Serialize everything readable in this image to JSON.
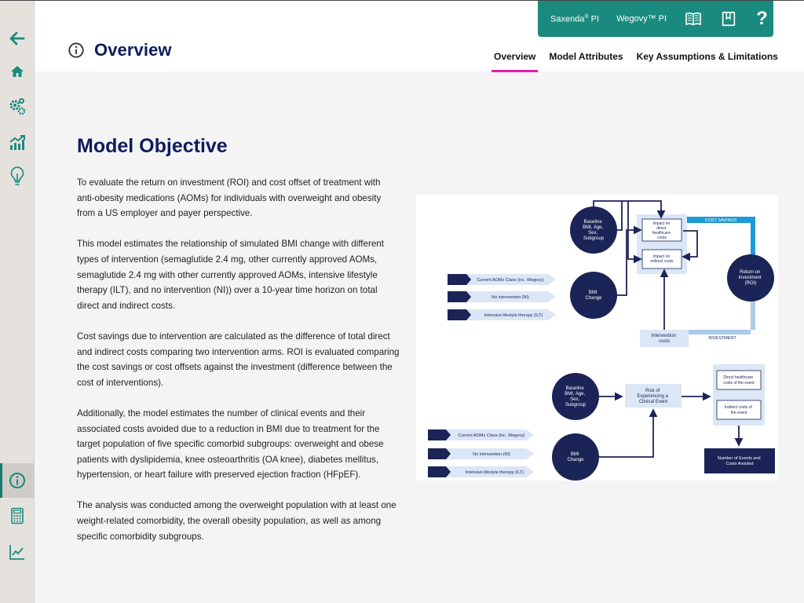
{
  "sidebar": {
    "top_icons": [
      "back-arrow-icon",
      "home-icon",
      "gears-icon",
      "growth-chart-icon",
      "lightbulb-icon"
    ],
    "bottom_icons": [
      "info-icon",
      "calculator-icon",
      "line-chart-icon"
    ],
    "active_item": "info-icon"
  },
  "header": {
    "title": "Overview",
    "links": {
      "saxenda": "Saxenda",
      "saxenda_mark": "®",
      "saxenda_suffix": " PI",
      "wegovy": "Wegovy™ PI"
    },
    "tabs": [
      "Overview",
      "Model Attributes",
      "Key Assumptions & Limitations"
    ],
    "active_tab": "Overview"
  },
  "main": {
    "section_title": "Model Objective",
    "paragraphs": [
      "To evaluate the return on investment (ROI) and cost offset of treatment with anti-obesity medications (AOMs) for individuals with overweight and obesity from a US employer and payer perspective.",
      "This model estimates the relationship of simulated BMI change with different types of intervention (semaglutide 2.4 mg, other currently approved AOMs, semaglutide 2.4 mg with other currently approved AOMs, intensive lifestyle therapy (ILT), and no intervention (NI)) over a 10-year time horizon on total direct and indirect costs.",
      "Cost savings due to intervention are calculated as the difference of total direct and indirect costs comparing two intervention arms. ROI is evaluated comparing the cost savings or cost offsets against the investment (difference between the cost of interventions).",
      "Additionally, the model estimates the number of clinical events and their associated costs avoided due to a reduction in BMI due to treatment for the target population of five specific comorbid subgroups: overweight and obese patients with dyslipidemia, knee osteoarthritis (OA knee), diabetes mellitus, hypertension, or heart failure with preserved ejection fraction (HFpEF).",
      "The analysis was conducted among the overweight population with at least one weight-related comorbidity, the overall obesity population, as well as among specific comorbidity subgroups."
    ],
    "diagram": {
      "roi_flow": {
        "baseline": [
          "Baseline",
          "BMI, Age,",
          "Sex,",
          "Subgroup"
        ],
        "bmi_change": [
          "BMI",
          "Change"
        ],
        "interventions": [
          "Current AOMs Class (inc. Wegovy)",
          "No intervention (NI)",
          "Intensive lifestyle therapy (ILT)"
        ],
        "direct_costs": [
          "Impact on",
          "direct",
          "healthcare",
          "costs"
        ],
        "indirect_costs": [
          "Impact on",
          "indirect costs"
        ],
        "cost_savings": "COST SAVINGS",
        "investment": "INVESTMENT",
        "intervention_costs": [
          "Intervention",
          "costs"
        ],
        "roi": [
          "Return on",
          "investment",
          "(ROI)"
        ]
      },
      "events_flow": {
        "baseline": [
          "Baseline",
          "BMI, Age,",
          "Sex,",
          "Subgroup"
        ],
        "risk": [
          "Risk of",
          "Experiencing a",
          "Clinical Event"
        ],
        "direct_event": [
          "Direct healthcare",
          "costs of the event"
        ],
        "indirect_event": [
          "Indirect costs of",
          "the event"
        ],
        "bmi_change": [
          "BMI",
          "Change"
        ],
        "interventions": [
          "Current AOMs Class (inc. Wegovy)",
          "No intervention (NI)",
          "Intensive lifestyle therapy (ILT)"
        ],
        "result": [
          "Number of Events and",
          "Costs Avoided"
        ]
      }
    }
  },
  "colors": {
    "navy": "#1b2456",
    "teal": "#1b8a7e",
    "title": "#0f1c5c",
    "accent_tab": "#e81aa8",
    "light_blue": "#dbe6f6",
    "cyan": "#1a9bd7"
  }
}
